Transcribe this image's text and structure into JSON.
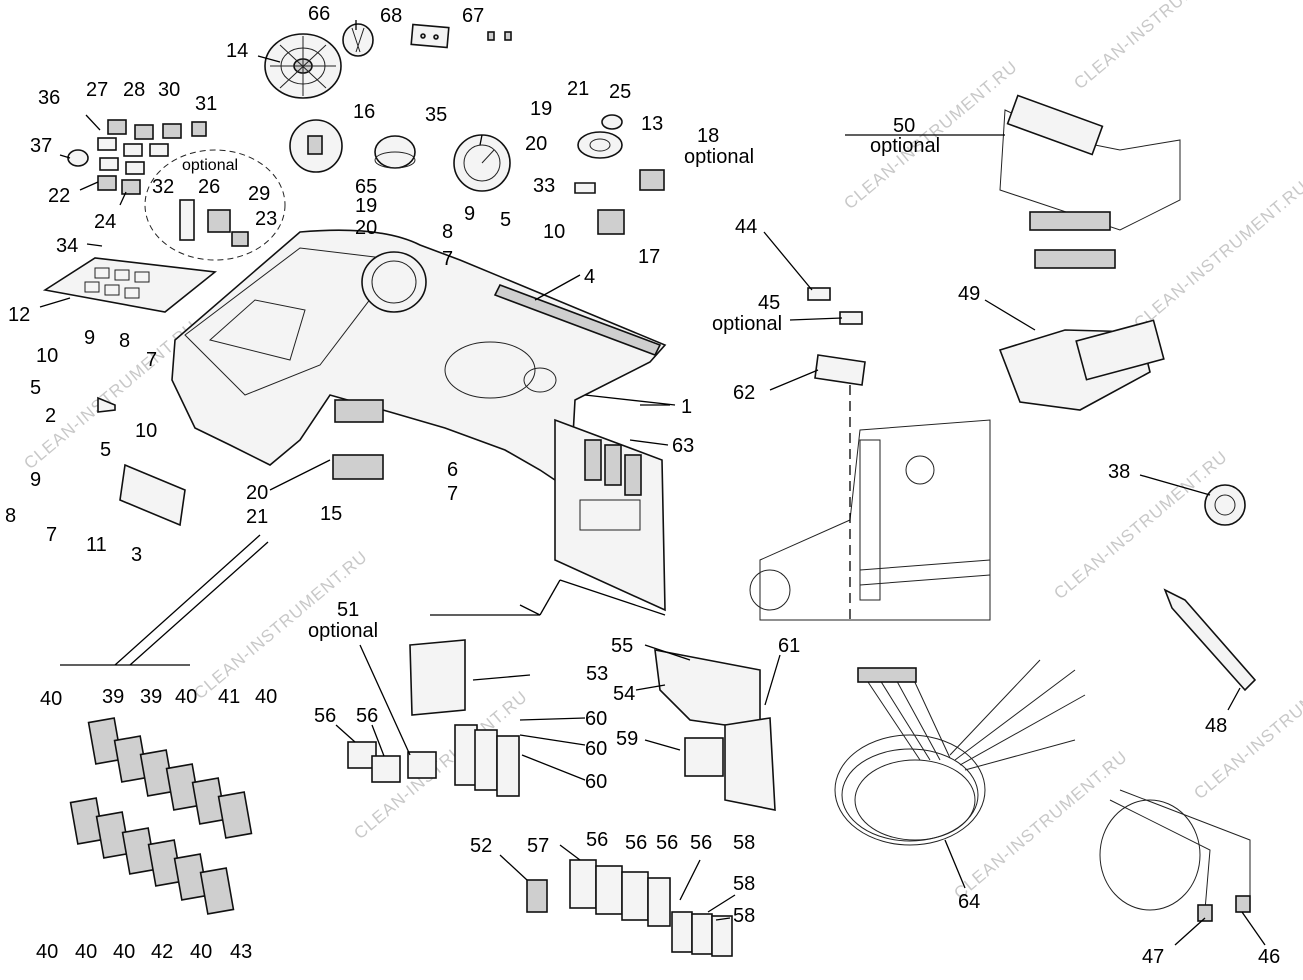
{
  "watermark": "CLEAN-INSTRUMENT.RU",
  "labels": [
    {
      "id": "l66",
      "text": "66"
    },
    {
      "id": "l68",
      "text": "68"
    },
    {
      "id": "l67",
      "text": "67"
    },
    {
      "id": "l14",
      "text": "14"
    },
    {
      "id": "l36",
      "text": "36"
    },
    {
      "id": "l27",
      "text": "27"
    },
    {
      "id": "l28",
      "text": "28"
    },
    {
      "id": "l30",
      "text": "30"
    },
    {
      "id": "l31",
      "text": "31"
    },
    {
      "id": "l37",
      "text": "37"
    },
    {
      "id": "l22",
      "text": "22"
    },
    {
      "id": "l24",
      "text": "24"
    },
    {
      "id": "l32",
      "text": "32"
    },
    {
      "id": "l26",
      "text": "26"
    },
    {
      "id": "l29",
      "text": "29"
    },
    {
      "id": "l23",
      "text": "23"
    },
    {
      "id": "l34",
      "text": "34"
    },
    {
      "id": "l12",
      "text": "12"
    },
    {
      "id": "l16",
      "text": "16"
    },
    {
      "id": "l65",
      "text": "65"
    },
    {
      "id": "l19a",
      "text": "19"
    },
    {
      "id": "l20a",
      "text": "20"
    },
    {
      "id": "l35",
      "text": "35"
    },
    {
      "id": "l21a",
      "text": "21"
    },
    {
      "id": "l25",
      "text": "25"
    },
    {
      "id": "l19b",
      "text": "19"
    },
    {
      "id": "l13",
      "text": "13"
    },
    {
      "id": "l20b",
      "text": "20"
    },
    {
      "id": "l18",
      "text": "18"
    },
    {
      "id": "l33",
      "text": "33"
    },
    {
      "id": "l9a",
      "text": "9"
    },
    {
      "id": "l5a",
      "text": "5"
    },
    {
      "id": "l10a",
      "text": "10"
    },
    {
      "id": "l8a",
      "text": "8"
    },
    {
      "id": "l7a",
      "text": "7"
    },
    {
      "id": "l17",
      "text": "17"
    },
    {
      "id": "l4",
      "text": "4"
    },
    {
      "id": "l44",
      "text": "44"
    },
    {
      "id": "l45",
      "text": "45"
    },
    {
      "id": "l50",
      "text": "50"
    },
    {
      "id": "l49",
      "text": "49"
    },
    {
      "id": "l62",
      "text": "62"
    },
    {
      "id": "l10b",
      "text": "10"
    },
    {
      "id": "l9b",
      "text": "9"
    },
    {
      "id": "l8b",
      "text": "8"
    },
    {
      "id": "l7b",
      "text": "7"
    },
    {
      "id": "l5b",
      "text": "5"
    },
    {
      "id": "l2",
      "text": "2"
    },
    {
      "id": "l1",
      "text": "1"
    },
    {
      "id": "l63",
      "text": "63"
    },
    {
      "id": "l10c",
      "text": "10"
    },
    {
      "id": "l5c",
      "text": "5"
    },
    {
      "id": "l9c",
      "text": "9"
    },
    {
      "id": "l8c",
      "text": "8"
    },
    {
      "id": "l7c",
      "text": "7"
    },
    {
      "id": "l11",
      "text": "11"
    },
    {
      "id": "l3",
      "text": "3"
    },
    {
      "id": "l20c",
      "text": "20"
    },
    {
      "id": "l21c",
      "text": "21"
    },
    {
      "id": "l15",
      "text": "15"
    },
    {
      "id": "l6",
      "text": "6"
    },
    {
      "id": "l7d",
      "text": "7"
    },
    {
      "id": "l38",
      "text": "38"
    },
    {
      "id": "l51",
      "text": "51"
    },
    {
      "id": "l55",
      "text": "55"
    },
    {
      "id": "l61",
      "text": "61"
    },
    {
      "id": "l53",
      "text": "53"
    },
    {
      "id": "l54",
      "text": "54"
    },
    {
      "id": "l60a",
      "text": "60"
    },
    {
      "id": "l60b",
      "text": "60"
    },
    {
      "id": "l60c",
      "text": "60"
    },
    {
      "id": "l59",
      "text": "59"
    },
    {
      "id": "l56a",
      "text": "56"
    },
    {
      "id": "l56b",
      "text": "56"
    },
    {
      "id": "l48",
      "text": "48"
    },
    {
      "id": "l40a",
      "text": "40"
    },
    {
      "id": "l39a",
      "text": "39"
    },
    {
      "id": "l39b",
      "text": "39"
    },
    {
      "id": "l40b",
      "text": "40"
    },
    {
      "id": "l41",
      "text": "41"
    },
    {
      "id": "l40c",
      "text": "40"
    },
    {
      "id": "l52",
      "text": "52"
    },
    {
      "id": "l57",
      "text": "57"
    },
    {
      "id": "l56c",
      "text": "56"
    },
    {
      "id": "l56d",
      "text": "56"
    },
    {
      "id": "l56e",
      "text": "56"
    },
    {
      "id": "l56f",
      "text": "56"
    },
    {
      "id": "l58a",
      "text": "58"
    },
    {
      "id": "l58b",
      "text": "58"
    },
    {
      "id": "l58c",
      "text": "58"
    },
    {
      "id": "l64",
      "text": "64"
    },
    {
      "id": "l40d",
      "text": "40"
    },
    {
      "id": "l40e",
      "text": "40"
    },
    {
      "id": "l40f",
      "text": "40"
    },
    {
      "id": "l42",
      "text": "42"
    },
    {
      "id": "l40g",
      "text": "40"
    },
    {
      "id": "l43",
      "text": "43"
    },
    {
      "id": "l47",
      "text": "47"
    },
    {
      "id": "l46",
      "text": "46"
    }
  ],
  "optional_labels": [
    {
      "id": "o1",
      "text": "optional"
    },
    {
      "id": "o2",
      "text": "optional"
    },
    {
      "id": "o3",
      "text": "optional"
    },
    {
      "id": "o4",
      "text": "optional"
    },
    {
      "id": "o5",
      "text": "optional"
    }
  ]
}
